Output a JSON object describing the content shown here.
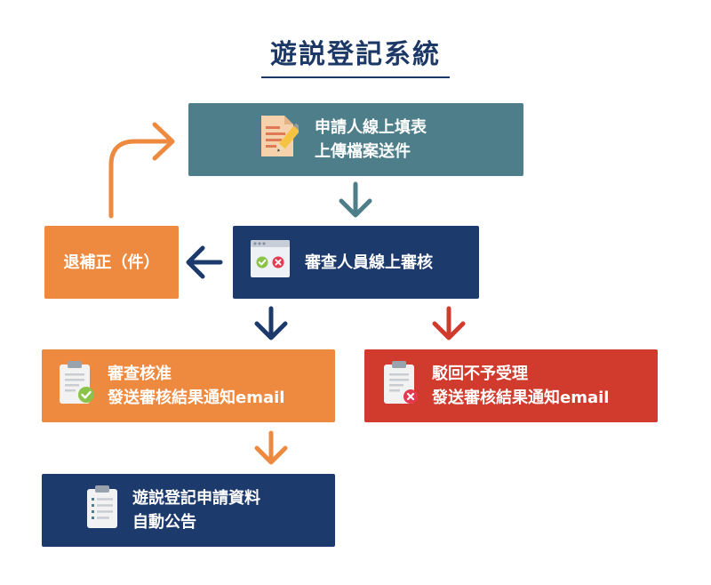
{
  "title": "遊説登記系統",
  "colors": {
    "teal": "#4d7e89",
    "navy": "#1d3a6c",
    "orange": "#ee8a3f",
    "red": "#d13b2d",
    "title": "#1c3866"
  },
  "steps": {
    "apply": {
      "line1": "申請人線上填表",
      "line2": "上傳檔案送件",
      "icon": "form-pencil-icon"
    },
    "review": {
      "line1": "審查人員線上審核",
      "icon": "review-window-icon"
    },
    "return": {
      "line1": "退補正（件）"
    },
    "approve": {
      "line1": "審查核准",
      "line2": "發送審核結果通知email",
      "icon": "clipboard-check-icon"
    },
    "reject": {
      "line1": "駁回不予受理",
      "line2": "發送審核結果通知email",
      "icon": "clipboard-x-icon"
    },
    "publish": {
      "line1": "遊説登記申請資料",
      "line2": "自動公告",
      "icon": "clipboard-list-icon"
    }
  }
}
